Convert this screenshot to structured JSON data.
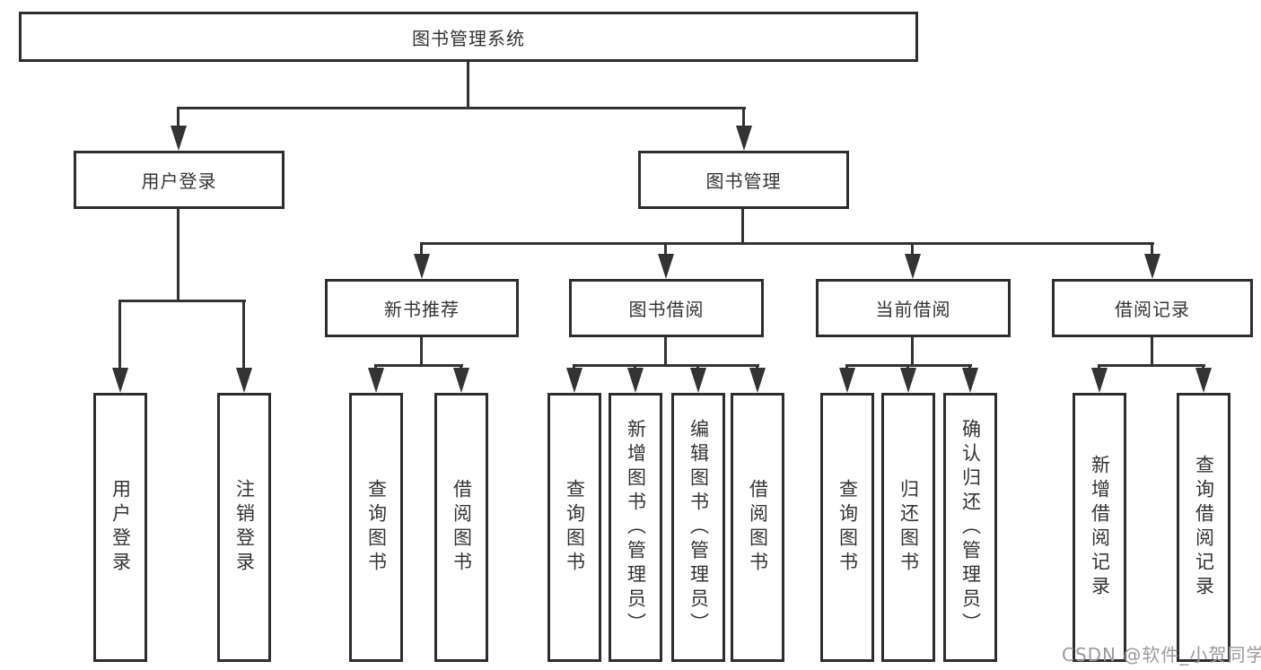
{
  "tree": {
    "root": {
      "label": "图书管理系统"
    },
    "children": [
      {
        "label": "用户登录",
        "children": [
          {
            "label": "用户登录"
          },
          {
            "label": "注销登录"
          }
        ]
      },
      {
        "label": "图书管理",
        "children": [
          {
            "label": "新书推荐",
            "children": [
              {
                "label": "查询图书"
              },
              {
                "label": "借阅图书"
              }
            ]
          },
          {
            "label": "图书借阅",
            "children": [
              {
                "label": "查询图书"
              },
              {
                "label": "新增图书（管理员）"
              },
              {
                "label": "编辑图书（管理员）"
              },
              {
                "label": "借阅图书"
              }
            ]
          },
          {
            "label": "当前借阅",
            "children": [
              {
                "label": "查询图书"
              },
              {
                "label": "归还图书"
              },
              {
                "label": "确认归还（管理员）"
              }
            ]
          },
          {
            "label": "借阅记录",
            "children": [
              {
                "label": "新增借阅记录"
              },
              {
                "label": "查询借阅记录"
              }
            ]
          }
        ]
      }
    ]
  },
  "watermark": {
    "text": "CSDN @软件_小贺同学"
  },
  "colors": {
    "line": "#333333",
    "box_border": "#2d2d2d",
    "text": "#333333",
    "watermark": "#9a9a9a",
    "background": "#ffffff"
  }
}
